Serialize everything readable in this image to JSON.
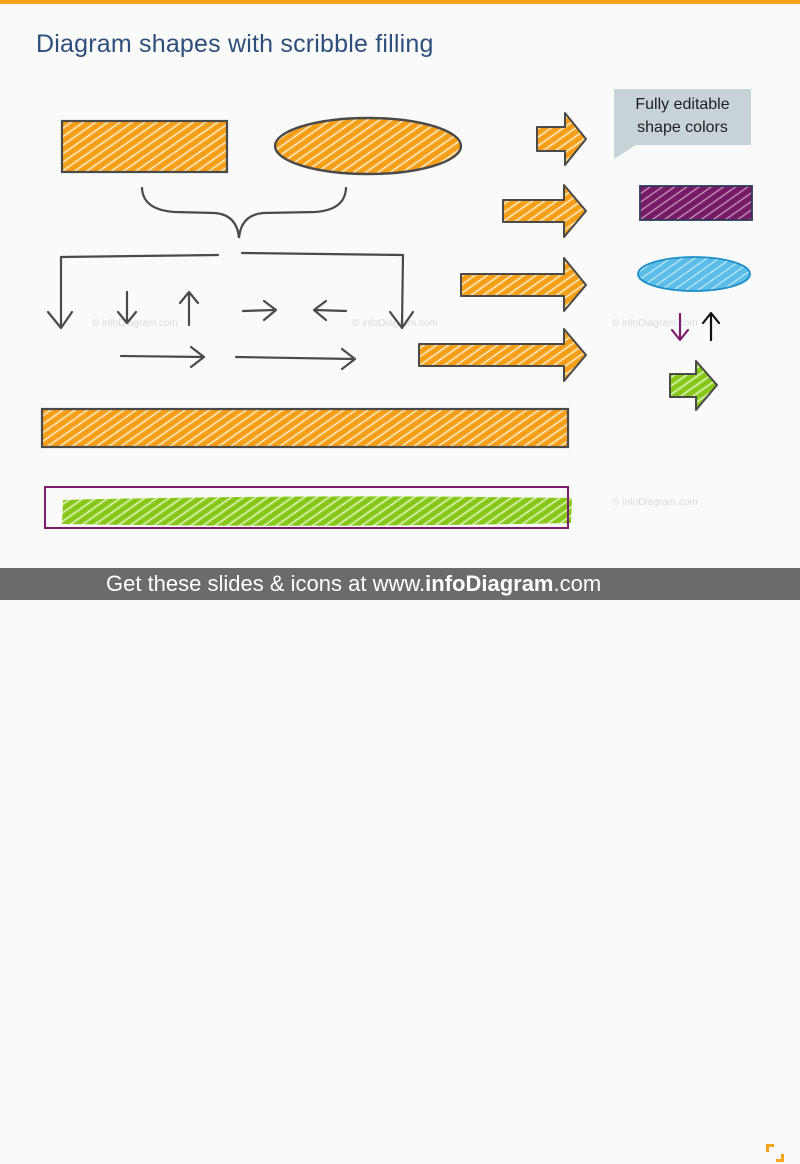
{
  "title": "Diagram shapes with scribble filling",
  "callout": {
    "line1": "Fully editable",
    "line2": "shape colors"
  },
  "footer": {
    "prefix": "Get these slides & icons at www.",
    "brand": "infoDiagram",
    "suffix": ".com"
  },
  "watermark": "© infoDiagram.com",
  "colors": {
    "orange": "#f7a31c",
    "green": "#8ccc1e",
    "purple": "#7b1d6b",
    "blue": "#5bbde8",
    "outline": "#4a4a4a",
    "title": "#2d4f7c",
    "accent_bar": "#f7a31c",
    "footer_bg": "#6b6b6b"
  }
}
